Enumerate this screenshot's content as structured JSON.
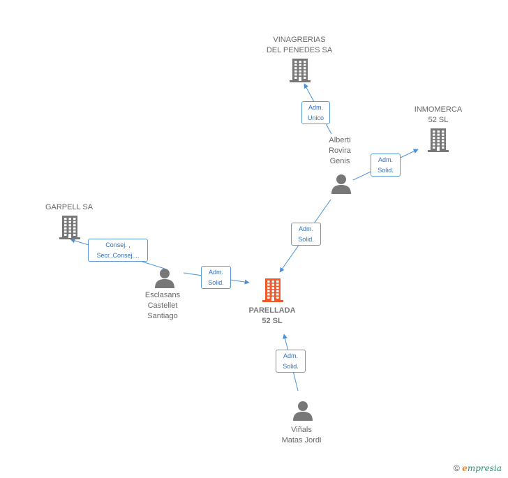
{
  "colors": {
    "company": "#777777",
    "center_company": "#f15a2b",
    "person": "#777777",
    "edge": "#4a90d9",
    "edge_label_border": "#5b9bd5",
    "edge_label_text": "#2f6fb6"
  },
  "nodes": [
    {
      "id": "vinagrerias",
      "kind": "company",
      "icon": "building-icon",
      "label_lines": [
        "VINAGRERIAS",
        "DEL PENEDES SA"
      ]
    },
    {
      "id": "inmomerca",
      "kind": "company",
      "icon": "building-icon",
      "label_lines": [
        "INMOMERCA",
        "52 SL"
      ]
    },
    {
      "id": "garpell",
      "kind": "company",
      "icon": "building-icon",
      "label_lines": [
        "GARPELL SA"
      ]
    },
    {
      "id": "parellada",
      "kind": "center-company",
      "icon": "building-icon",
      "label_lines": [
        "PARELLADA",
        "52 SL"
      ]
    },
    {
      "id": "alberti",
      "kind": "person",
      "icon": "person-icon",
      "label_lines": [
        "Alberti",
        "Rovira",
        "Genis"
      ]
    },
    {
      "id": "esclasans",
      "kind": "person",
      "icon": "person-icon",
      "label_lines": [
        "Esclasans",
        "Castellet",
        "Santiago"
      ]
    },
    {
      "id": "vinals",
      "kind": "person",
      "icon": "person-icon",
      "label_lines": [
        "Viñals",
        "Matas Jordi"
      ]
    }
  ],
  "edges": [
    {
      "from": "alberti",
      "to": "vinagrerias",
      "label_lines": [
        "Adm.",
        "Unico"
      ]
    },
    {
      "from": "alberti",
      "to": "inmomerca",
      "label_lines": [
        "Adm.",
        "Solid."
      ]
    },
    {
      "from": "alberti",
      "to": "parellada",
      "label_lines": [
        "Adm.",
        "Solid."
      ]
    },
    {
      "from": "esclasans",
      "to": "garpell",
      "label_lines": [
        "Consej. ,",
        "Secr.,Consej...."
      ]
    },
    {
      "from": "esclasans",
      "to": "parellada",
      "label_lines": [
        "Adm.",
        "Solid."
      ]
    },
    {
      "from": "vinals",
      "to": "parellada",
      "label_lines": [
        "Adm.",
        "Solid."
      ]
    }
  ],
  "footer": {
    "copyright": "©",
    "brand_initial": "e",
    "brand_rest": "mpresia"
  }
}
